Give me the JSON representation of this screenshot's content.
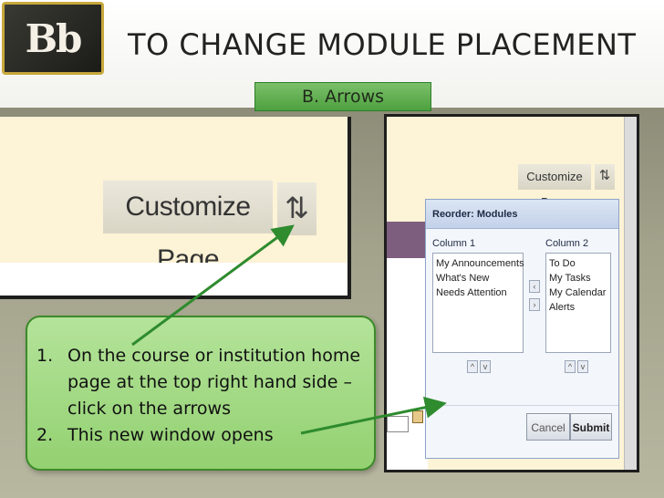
{
  "logo": {
    "text": "Bb"
  },
  "slide": {
    "title": "TO CHANGE MODULE PLACEMENT",
    "subtitle": "B. Arrows"
  },
  "left_screenshot": {
    "customize_label": "Customize Page",
    "arrows_glyph": "⇅"
  },
  "right_screenshot": {
    "customize_label": "Customize Page",
    "arrows_glyph": "⇅",
    "reorder": {
      "title": "Reorder: Modules",
      "column1": {
        "label": "Column 1",
        "items": [
          "My Announcements",
          "What's New",
          "Needs Attention"
        ]
      },
      "column2": {
        "label": "Column 2",
        "items": [
          "To Do",
          "My Tasks",
          "My Calendar",
          "Alerts"
        ]
      },
      "move_left": "‹",
      "move_right": "›",
      "up": "^",
      "down": "v",
      "cancel_label": "Cancel",
      "submit_label": "Submit"
    }
  },
  "instructions": [
    {
      "num": "1.",
      "text": "On the course or institution home page at the top right hand side – click on the arrows"
    },
    {
      "num": "2.",
      "text": "This new window opens"
    }
  ],
  "colors": {
    "accent_green": "#4ea03f",
    "callout_green": "#a6db86",
    "arrow_green": "#2e8b2e",
    "panel_cream": "#fdf3d6"
  }
}
